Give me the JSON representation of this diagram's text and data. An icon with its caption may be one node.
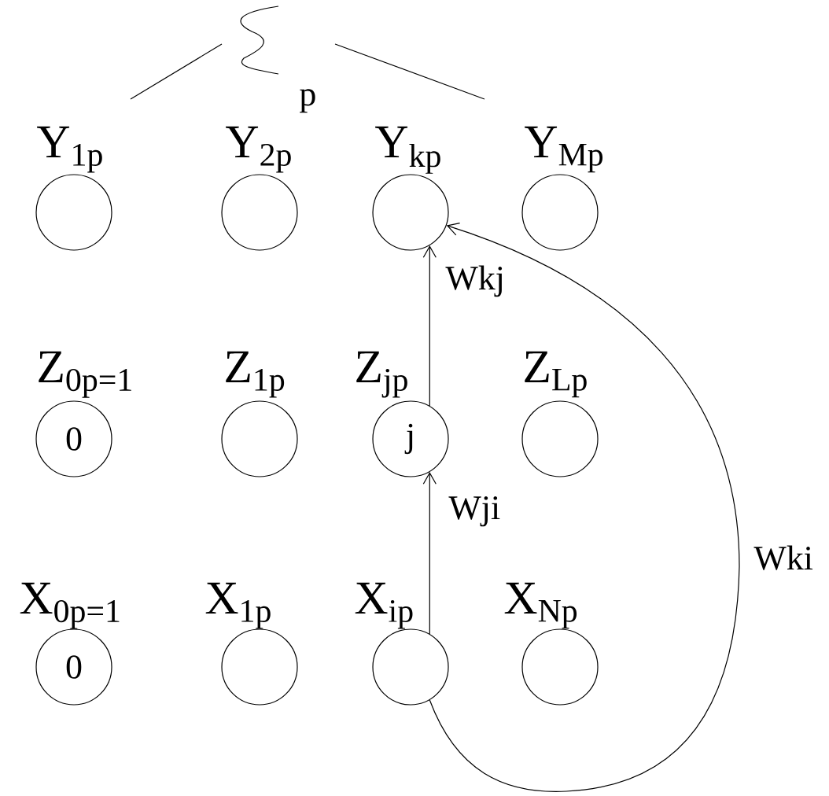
{
  "diagram": {
    "nodes": [
      {
        "text": [
          "Y$_{1p}$"
        ]
      },
      {
        "text": [
          "Y$_{2p}$"
        ]
      },
      {
        "text": [
          "Y$_{kp}$"
        ]
      },
      {
        "text": [
          "Y$_{Mp}$"
        ]
      },
      {
        "text": [
          "Z$_{0p=1}$",
          "0"
        ]
      },
      {
        "text": [
          "Z$_{1p}$"
        ]
      },
      {
        "text": [
          "Z$_{jp}$",
          "j"
        ]
      },
      {
        "text": [
          "Z$_{Lp}$"
        ]
      },
      {
        "text": [
          "X$_{0p=1}$",
          "0"
        ]
      },
      {
        "text": [
          "X$_{1p}$"
        ]
      },
      {
        "text": [
          "X$_{ip}$"
        ]
      },
      {
        "text": [
          "X$_{Np}$"
        ]
      }
    ],
    "edges": [
      {
        "from": 10,
        "to": 6,
        "arrow": "to",
        "label": "Wji"
      },
      {
        "from": 6,
        "to": 2,
        "arrow": "to",
        "label": "Wkj"
      },
      {
        "from": 10,
        "to": 2,
        "arrow": "to",
        "label": "Wki"
      }
    ],
    "labels": [
      "p"
    ]
  }
}
